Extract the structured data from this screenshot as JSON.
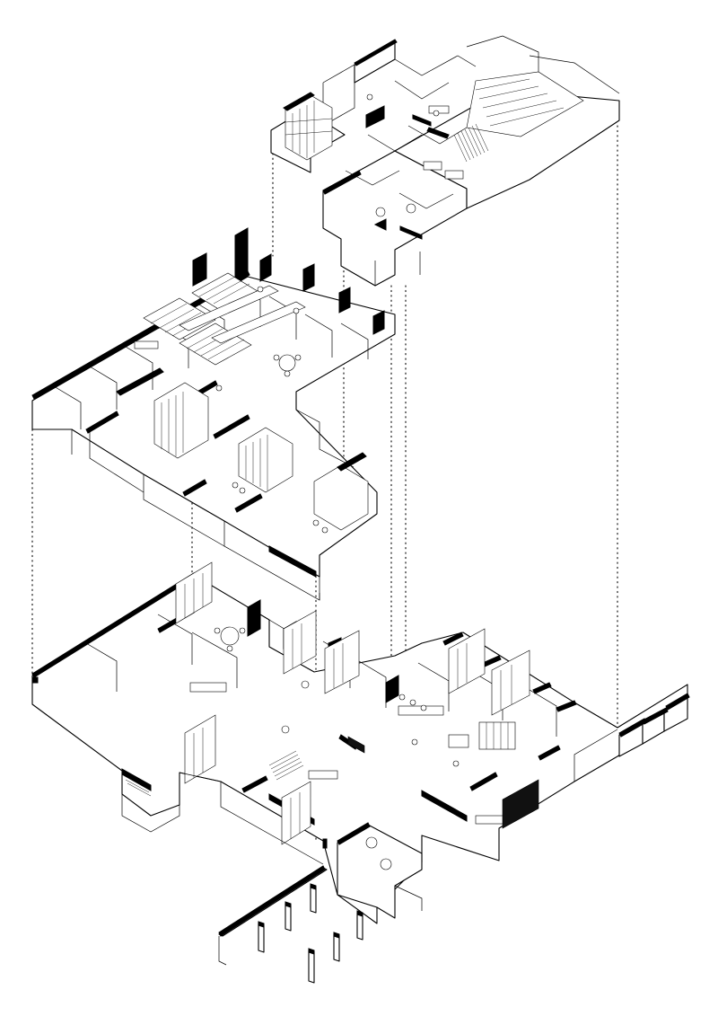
{
  "drawing": {
    "type": "exploded axonometric floor plan",
    "levels": [
      {
        "key": "upper",
        "icon": "upper-level-axonometric"
      },
      {
        "key": "middle",
        "icon": "middle-level-axonometric"
      },
      {
        "key": "ground",
        "icon": "ground-level-axonometric"
      }
    ],
    "colors": {
      "ink": "#000000",
      "paper": "#ffffff"
    }
  }
}
